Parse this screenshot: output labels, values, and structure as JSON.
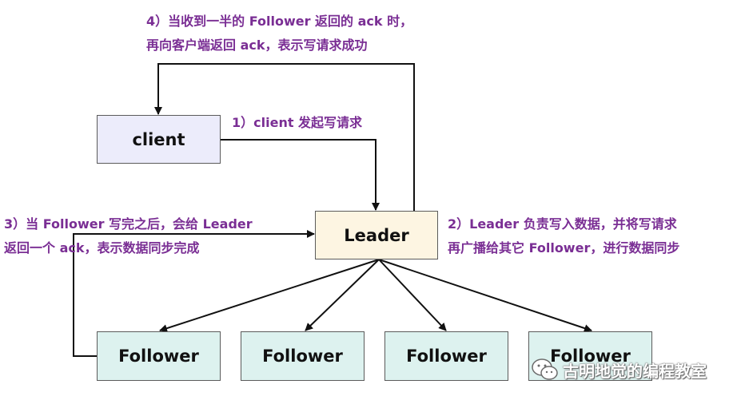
{
  "nodes": {
    "client": "client",
    "leader": "Leader",
    "followers": [
      "Follower",
      "Follower",
      "Follower",
      "Follower"
    ]
  },
  "annotations": {
    "step4_line1": "4）当收到一半的 Follower 返回的 ack 时，",
    "step4_line2": "再向客户端返回 ack，表示写请求成功",
    "step1": "1）client 发起写请求",
    "step3_line1": "3）当 Follower 写完之后，会给 Leader",
    "step3_line2": "返回一个 ack，表示数据同步完成",
    "step2_line1": "2）Leader 负责写入数据，并将写请求",
    "step2_line2": "再广播给其它 Follower，进行数据同步"
  },
  "watermark": {
    "text": "古明地觉的编程教室",
    "icon": "wechat-icon"
  },
  "colors": {
    "annotation_text": "#7a2e94",
    "client_fill": "#ececfb",
    "leader_fill": "#fdf5e2",
    "follower_fill": "#ddf2ef",
    "edge": "#111111"
  }
}
